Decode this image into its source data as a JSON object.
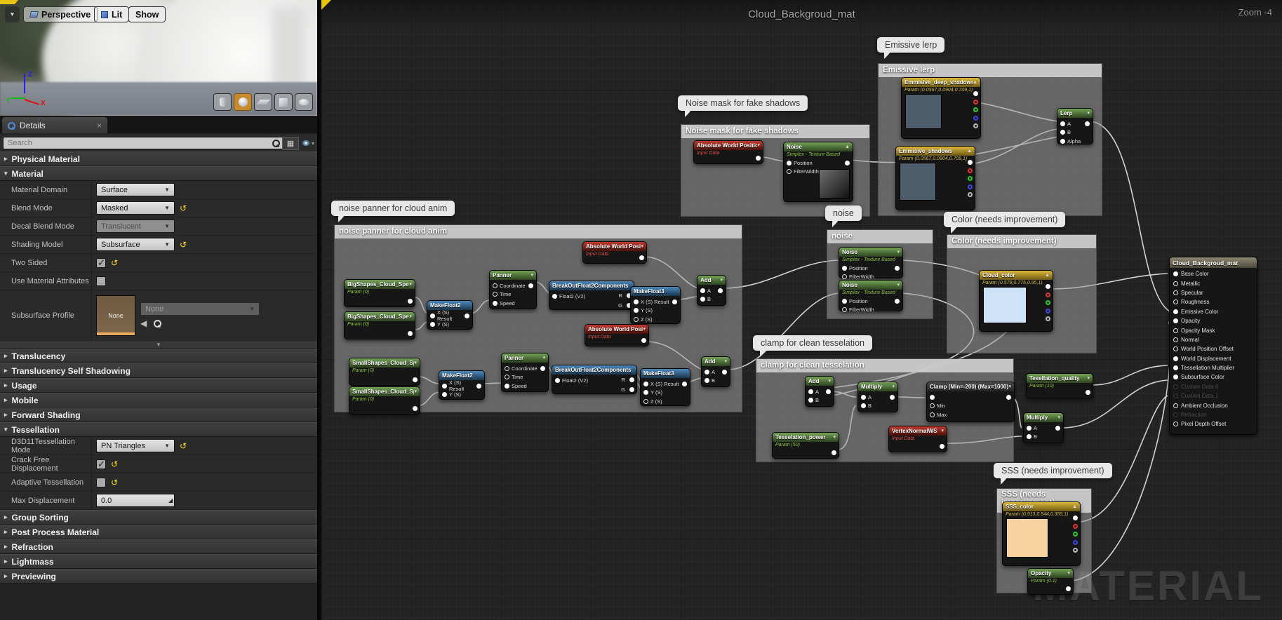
{
  "viewport": {
    "perspective": "Perspective",
    "lit": "Lit",
    "show": "Show",
    "axis_x": "X",
    "axis_y": "Y",
    "axis_z": "Z"
  },
  "details": {
    "tab": "Details",
    "search_placeholder": "Search",
    "physical_material": "Physical Material",
    "material": "Material",
    "rows": {
      "material_domain": "Material Domain",
      "material_domain_value": "Surface",
      "blend_mode": "Blend Mode",
      "blend_mode_value": "Masked",
      "decal_blend_mode": "Decal Blend Mode",
      "decal_blend_mode_value": "Translucent",
      "shading_model": "Shading Model",
      "shading_model_value": "Subsurface",
      "two_sided": "Two Sided",
      "use_material_attributes": "Use Material Attributes",
      "subsurface_profile": "Subsurface Profile",
      "subsurface_profile_thumb": "None",
      "subsurface_profile_value": "None"
    },
    "sections_mid": [
      {
        "label": "Translucency"
      },
      {
        "label": "Translucency Self Shadowing"
      },
      {
        "label": "Usage"
      },
      {
        "label": "Mobile"
      },
      {
        "label": "Forward Shading"
      }
    ],
    "tessellation": "Tessellation",
    "tess_rows": {
      "mode": "D3D11Tessellation Mode",
      "mode_value": "PN Triangles",
      "crack_free": "Crack Free Displacement",
      "adaptive": "Adaptive Tessellation",
      "max_displacement": "Max Displacement",
      "max_displacement_value": "0.0"
    },
    "sections_bottom": [
      {
        "label": "Group Sorting"
      },
      {
        "label": "Post Process Material"
      },
      {
        "label": "Refraction"
      },
      {
        "label": "Lightmass"
      },
      {
        "label": "Previewing"
      }
    ]
  },
  "graph": {
    "title": "Cloud_Backgroud_mat",
    "zoom_label": "Zoom -4",
    "watermark": "MATERIAL",
    "comments": {
      "noise_mask": {
        "title": "Noise mask for fake shadows"
      },
      "emissive": {
        "title": "Emissive lerp"
      },
      "panner": {
        "title": "noise panner for cloud anim"
      },
      "noise": {
        "title": "noise"
      },
      "color": {
        "title": "Color (needs improvement)"
      },
      "clamp": {
        "title": "clamp for clean tesselation"
      },
      "sss": {
        "title": "SSS (needs improvement)"
      }
    },
    "nodes": {
      "awpMask": {
        "title": "Absolute World Position",
        "subtitle": "Input Data",
        "pins_r": [
          {
            "label": "",
            "cls": "outonly"
          }
        ]
      },
      "noiseMask": {
        "title": "Noise",
        "subtitle": "Simplex - Texture Based",
        "pins": [
          {
            "label": "Position",
            "cls": "inout"
          },
          {
            "label": "FilterWidth",
            "cls": "in hollow-l"
          }
        ]
      },
      "emDeep": {
        "title": "Emmisive_deep_shadows",
        "subtitle": "Param (0.0567,0.0904,0.709,1)",
        "preview": "#4d5d6b",
        "pins_r": [
          {
            "label": "",
            "cls": "outonly"
          },
          {
            "label": "",
            "cls": "outonly pr"
          },
          {
            "label": "",
            "cls": "outonly pg"
          },
          {
            "label": "",
            "cls": "outonly pb"
          },
          {
            "label": "",
            "cls": "outonly pa"
          }
        ]
      },
      "emShadows": {
        "title": "Emmisive_shadows",
        "subtitle": "Param (0.0567,0.0904,0.709,1)",
        "preview": "#4d5d6b",
        "pins_r": [
          {
            "label": "",
            "cls": "outonly"
          },
          {
            "label": "",
            "cls": "outonly pr"
          },
          {
            "label": "",
            "cls": "outonly pg"
          },
          {
            "label": "",
            "cls": "outonly pb"
          },
          {
            "label": "",
            "cls": "outonly pa"
          }
        ]
      },
      "lerp": {
        "title": "Lerp",
        "pins": [
          {
            "label": "A",
            "cls": "inout"
          },
          {
            "label": "B",
            "cls": "in"
          },
          {
            "label": "Alpha",
            "cls": "in"
          }
        ]
      },
      "bigX": {
        "title": "BigShapes_Cloud_Speed_X",
        "subtitle": "Param (0)",
        "pins_r": [
          {
            "label": "",
            "cls": "outonly"
          }
        ]
      },
      "bigY": {
        "title": "BigShapes_Cloud_Speed_Y",
        "subtitle": "Param (0)",
        "pins_r": [
          {
            "label": "",
            "cls": "outonly"
          }
        ]
      },
      "mf2a": {
        "title": "MakeFloat2",
        "pins": [
          {
            "label": "X (S) Result",
            "cls": "inout"
          },
          {
            "label": "Y (S)",
            "cls": "in"
          }
        ]
      },
      "pannerA": {
        "title": "Panner",
        "pins": [
          {
            "label": "Coordinate",
            "cls": "inout hollow-l"
          },
          {
            "label": "Time",
            "cls": "in hollow-l"
          },
          {
            "label": "Speed",
            "cls": "in"
          }
        ]
      },
      "boA": {
        "title": "BreakOutFloat2Components",
        "pins": [
          {
            "label": "Float2 (V2)",
            "cls": "in"
          }
        ],
        "pins_r": [
          {
            "label": "R",
            "cls": "outonly"
          },
          {
            "label": "G",
            "cls": "outonly"
          }
        ]
      },
      "mf3a": {
        "title": "MakeFloat3",
        "pins": [
          {
            "label": "X (S) Result",
            "cls": "inout"
          },
          {
            "label": "Y (S)",
            "cls": "in"
          },
          {
            "label": "Z (S)",
            "cls": "in hollow-l"
          }
        ]
      },
      "awpA": {
        "title": "Absolute World Position",
        "subtitle": "Input Data",
        "pins_r": [
          {
            "label": "",
            "cls": "outonly"
          }
        ]
      },
      "addA": {
        "title": "Add",
        "pins": [
          {
            "label": "A",
            "cls": "inout"
          },
          {
            "label": "B",
            "cls": "in"
          }
        ]
      },
      "smallX": {
        "title": "SmallShapes_Cloud_Speed_X",
        "subtitle": "Param (0)",
        "pins_r": [
          {
            "label": "",
            "cls": "outonly"
          }
        ]
      },
      "smallY": {
        "title": "SmallShapes_Cloud_Speed_Y",
        "subtitle": "Param (0)",
        "pins_r": [
          {
            "label": "",
            "cls": "outonly"
          }
        ]
      },
      "mf2b": {
        "title": "MakeFloat2",
        "pins": [
          {
            "label": "X (S) Result",
            "cls": "inout"
          },
          {
            "label": "Y (S)",
            "cls": "in"
          }
        ]
      },
      "pannerB": {
        "title": "Panner",
        "pins": [
          {
            "label": "Coordinate",
            "cls": "inout hollow-l"
          },
          {
            "label": "Time",
            "cls": "in hollow-l"
          },
          {
            "label": "Speed",
            "cls": "in"
          }
        ]
      },
      "boB": {
        "title": "BreakOutFloat2Components",
        "pins": [
          {
            "label": "Float2 (V2)",
            "cls": "in"
          }
        ],
        "pins_r": [
          {
            "label": "R",
            "cls": "outonly"
          },
          {
            "label": "G",
            "cls": "outonly"
          }
        ]
      },
      "mf3b": {
        "title": "MakeFloat3",
        "pins": [
          {
            "label": "X (S) Result",
            "cls": "inout"
          },
          {
            "label": "Y (S)",
            "cls": "in"
          },
          {
            "label": "Z (S)",
            "cls": "in hollow-l"
          }
        ]
      },
      "awpB": {
        "title": "Absolute World Position",
        "subtitle": "Input Data",
        "pins_r": [
          {
            "label": "",
            "cls": "outonly"
          }
        ]
      },
      "addB": {
        "title": "Add",
        "pins": [
          {
            "label": "A",
            "cls": "inout"
          },
          {
            "label": "B",
            "cls": "in"
          }
        ]
      },
      "noise1": {
        "title": "Noise",
        "subtitle": "Simplex - Texture Based",
        "pins": [
          {
            "label": "Position",
            "cls": "inout"
          },
          {
            "label": "FilterWidth",
            "cls": "in hollow-l"
          }
        ]
      },
      "noise2": {
        "title": "Noise",
        "subtitle": "Simplex - Texture Based",
        "pins": [
          {
            "label": "Position",
            "cls": "inout"
          },
          {
            "label": "FilterWidth",
            "cls": "in hollow-l"
          }
        ]
      },
      "cloudColor": {
        "title": "Cloud_color",
        "subtitle": "Param (0.579,0.775,0.95,1)",
        "preview": "#cfe4f8",
        "pins_r": [
          {
            "label": "",
            "cls": "outonly"
          },
          {
            "label": "",
            "cls": "outonly pr"
          },
          {
            "label": "",
            "cls": "outonly pg"
          },
          {
            "label": "",
            "cls": "outonly pb"
          },
          {
            "label": "",
            "cls": "outonly pa"
          }
        ]
      },
      "addC": {
        "title": "Add",
        "pins": [
          {
            "label": "A",
            "cls": "inout"
          },
          {
            "label": "B",
            "cls": "in"
          }
        ]
      },
      "mult1": {
        "title": "Multiply",
        "pins": [
          {
            "label": "A",
            "cls": "inout"
          },
          {
            "label": "B",
            "cls": "in"
          }
        ]
      },
      "clampN": {
        "title": "Clamp (Min=-200) (Max=1000)",
        "pins": [
          {
            "label": "",
            "cls": "inout"
          },
          {
            "label": "Min",
            "cls": "in hollow-l"
          },
          {
            "label": "Max",
            "cls": "in hollow-l"
          }
        ]
      },
      "tessQ": {
        "title": "Tesellation_quality",
        "subtitle": "Param (10)",
        "pins_r": [
          {
            "label": "",
            "cls": "outonly"
          }
        ]
      },
      "mult2": {
        "title": "Multiply",
        "pins": [
          {
            "label": "A",
            "cls": "inout"
          },
          {
            "label": "B",
            "cls": "in"
          }
        ]
      },
      "tessPower": {
        "title": "Tesselation_power",
        "subtitle": "Param (50)",
        "pins_r": [
          {
            "label": "",
            "cls": "outonly"
          }
        ]
      },
      "vnws": {
        "title": "VertexNormalWS",
        "subtitle": "Input Data",
        "pins_r": [
          {
            "label": "",
            "cls": "outonly"
          }
        ]
      },
      "sssColor": {
        "title": "SSS_color",
        "subtitle": "Param (0.913,0.544,0.355,1)",
        "preview": "#f8d2a0",
        "pins_r": [
          {
            "label": "",
            "cls": "outonly"
          },
          {
            "label": "",
            "cls": "outonly pr"
          },
          {
            "label": "",
            "cls": "outonly pg"
          },
          {
            "label": "",
            "cls": "outonly pb"
          },
          {
            "label": "",
            "cls": "outonly pa"
          }
        ]
      },
      "opacityP": {
        "title": "Opacity",
        "subtitle": "Param (0.1)",
        "pins_r": [
          {
            "label": "",
            "cls": "outonly"
          }
        ]
      }
    },
    "material_node": {
      "title": "Cloud_Backgroud_mat",
      "pins": [
        {
          "label": "Base Color",
          "cls": "on"
        },
        {
          "label": "Metallic",
          "cls": "off"
        },
        {
          "label": "Specular",
          "cls": "off"
        },
        {
          "label": "Roughness",
          "cls": "off"
        },
        {
          "label": "Emissive Color",
          "cls": "on"
        },
        {
          "label": "Opacity",
          "cls": "on"
        },
        {
          "label": "Opacity Mask",
          "cls": "off"
        },
        {
          "label": "Normal",
          "cls": "off"
        },
        {
          "label": "World Position Offset",
          "cls": "off"
        },
        {
          "label": "World Displacement",
          "cls": "on"
        },
        {
          "label": "Tessellation Multiplier",
          "cls": "on"
        },
        {
          "label": "Subsurface Color",
          "cls": "on"
        },
        {
          "label": "Custom Data 0",
          "cls": "disabled"
        },
        {
          "label": "Custom Data 1",
          "cls": "disabled"
        },
        {
          "label": "Ambient Occlusion",
          "cls": "off"
        },
        {
          "label": "Refraction",
          "cls": "disabled"
        },
        {
          "label": "Pixel Depth Offset",
          "cls": "off"
        }
      ]
    }
  }
}
